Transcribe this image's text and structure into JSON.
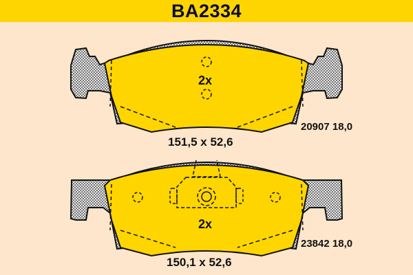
{
  "header": {
    "title": "BA2334"
  },
  "colors": {
    "header_bg": "#ffd500",
    "background": "#fde6cb",
    "pad_fill": "#ffd500",
    "title_text": "#0c0c3a"
  },
  "pads": [
    {
      "quantity": "2x",
      "dimensions": "151,5 x 52,6",
      "code": "20907 18,0"
    },
    {
      "quantity": "2x",
      "dimensions": "150,1 x 52,6",
      "code": "23842 18,0"
    }
  ]
}
